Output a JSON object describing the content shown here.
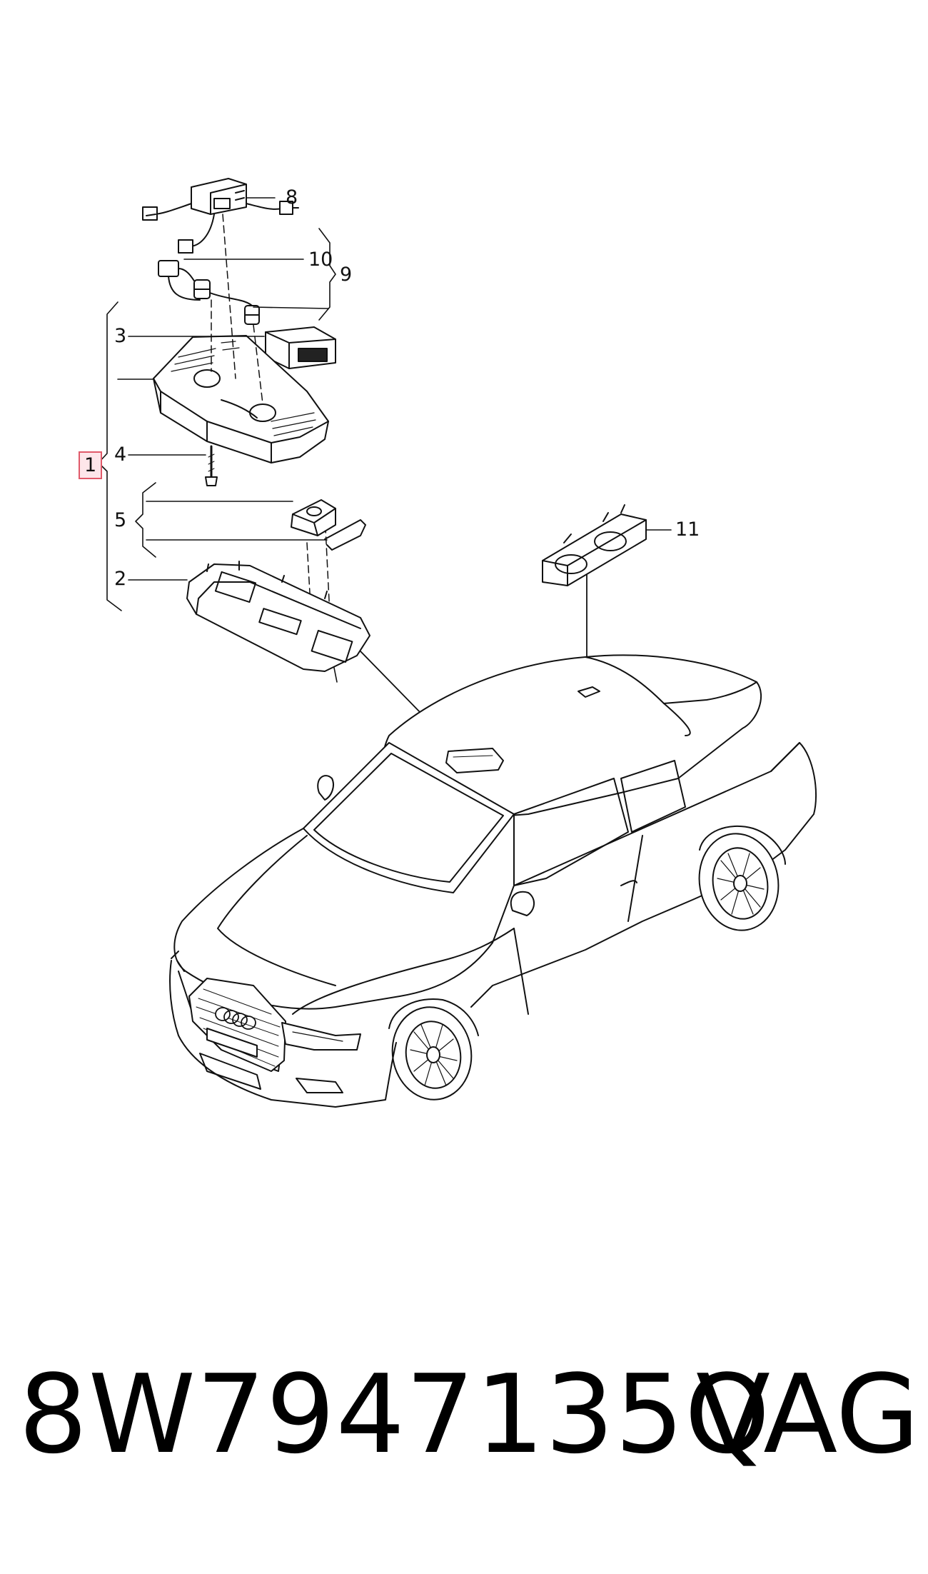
{
  "callouts": {
    "c1": "1",
    "c2": "2",
    "c3": "3",
    "c4": "4",
    "c5": "5",
    "c8": "8",
    "c9": "9",
    "c10": "10",
    "c11": "11"
  },
  "footer": {
    "part_number": "8W7947135Q",
    "brand": "VAG"
  },
  "colors": {
    "line": "#111111",
    "highlight_border": "#e05a6a",
    "highlight_fill": "#fde6ea"
  }
}
